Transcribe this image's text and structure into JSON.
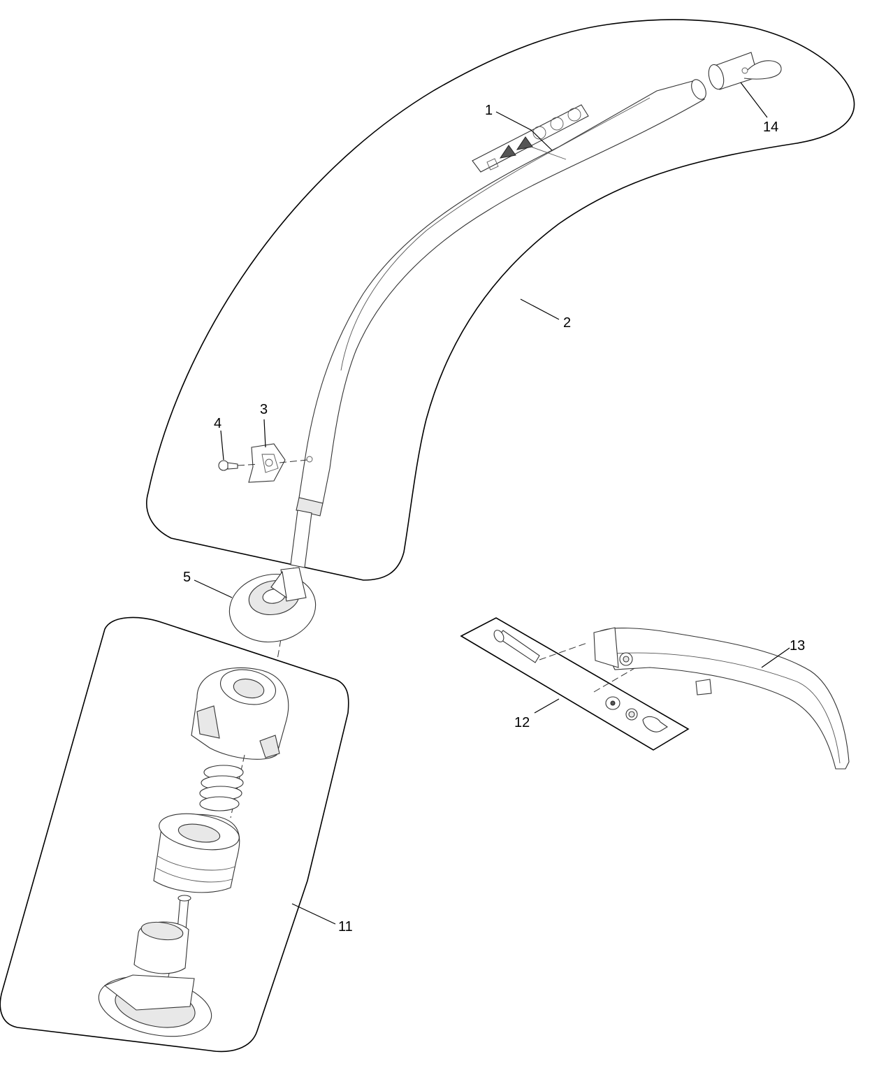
{
  "callouts": [
    {
      "id": "1",
      "label": "1"
    },
    {
      "id": "2",
      "label": "2"
    },
    {
      "id": "3",
      "label": "3"
    },
    {
      "id": "4",
      "label": "4"
    },
    {
      "id": "5",
      "label": "5"
    },
    {
      "id": "11",
      "label": "11"
    },
    {
      "id": "12",
      "label": "12"
    },
    {
      "id": "13",
      "label": "13"
    },
    {
      "id": "14",
      "label": "14"
    }
  ],
  "decal_icons": [
    "warning-icon",
    "warning-icon",
    "warning-icon",
    "no-entry-icon",
    "no-bystanders-icon",
    "eye-ear-protection-icon"
  ]
}
